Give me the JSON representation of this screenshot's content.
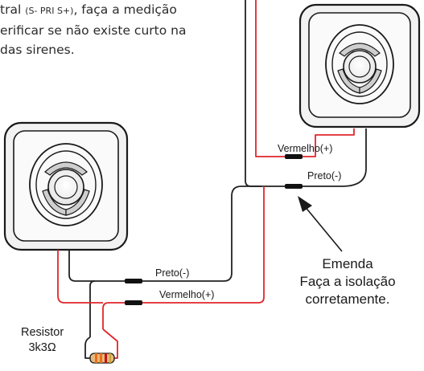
{
  "instructions": {
    "line1_pre": "tral ",
    "line1_small": "(S-  PRI S+)",
    "line1_post": ", faça a medição",
    "line2": "erificar se não existe curto na",
    "line3": "das sirenes."
  },
  "wire_labels": {
    "top_red": "Vermelho(+)",
    "top_black": "Preto(-)",
    "bottom_black": "Preto(-)",
    "bottom_red": "Vermelho(+)"
  },
  "emenda": {
    "title": "Emenda",
    "line1": "Faça a isolação",
    "line2": "corretamente."
  },
  "resistor": {
    "label": "Resistor",
    "value": "3k3Ω"
  },
  "colors": {
    "red_wire": "#e0262b",
    "black_wire": "#222222",
    "splice": "#111111"
  }
}
